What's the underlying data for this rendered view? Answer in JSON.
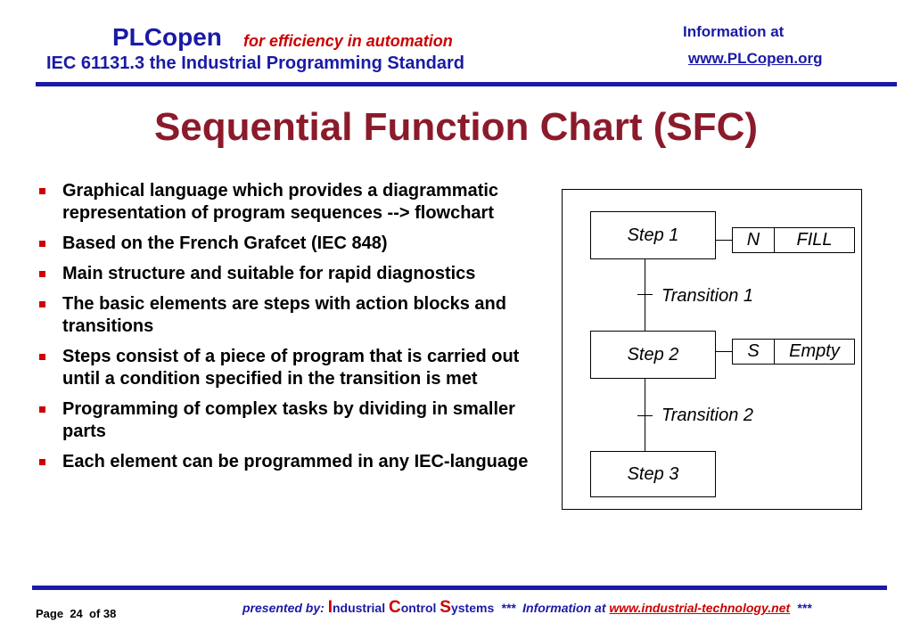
{
  "header": {
    "brand": "PLCopen",
    "tagline": "for efficiency in automation",
    "subtitle": "IEC 61131.3 the Industrial Programming Standard",
    "info_label": "Information at",
    "info_link": "www.PLCopen.org"
  },
  "title": "Sequential Function Chart (SFC)",
  "bullets": [
    "Graphical language which provides a diagrammatic representation of program sequences --> flowchart",
    "Based on the French Grafcet (IEC 848)",
    "Main structure and suitable for rapid diagnostics",
    "The basic elements are steps with action blocks and transitions",
    "Steps consist of a piece of program that is carried out until a condition specified in the transition is met",
    "Programming of complex tasks by dividing in smaller parts",
    "Each element can be programmed in any IEC-language"
  ],
  "diagram": {
    "steps": [
      "Step 1",
      "Step 2",
      "Step 3"
    ],
    "actions": [
      {
        "qualifier": "N",
        "name": "FILL"
      },
      {
        "qualifier": "S",
        "name": "Empty"
      }
    ],
    "transitions": [
      "Transition 1",
      "Transition 2"
    ]
  },
  "footer": {
    "page_label": "Page",
    "page_number": "24",
    "of_label": "of",
    "page_total": "38",
    "presented_by": "presented by:",
    "i_initial": "I",
    "i_rest": "ndustrial",
    "c_initial": "C",
    "c_rest": "ontrol",
    "s_initial": "S",
    "s_rest": "ystems",
    "stars": "***",
    "info_label": "Information at",
    "info_link": "www.industrial-technology.net",
    "stars_end": "***"
  },
  "colors": {
    "header_blue": "#1a1aa6",
    "title_red": "#8b1a2b",
    "bullet_red": "#cc0000"
  }
}
